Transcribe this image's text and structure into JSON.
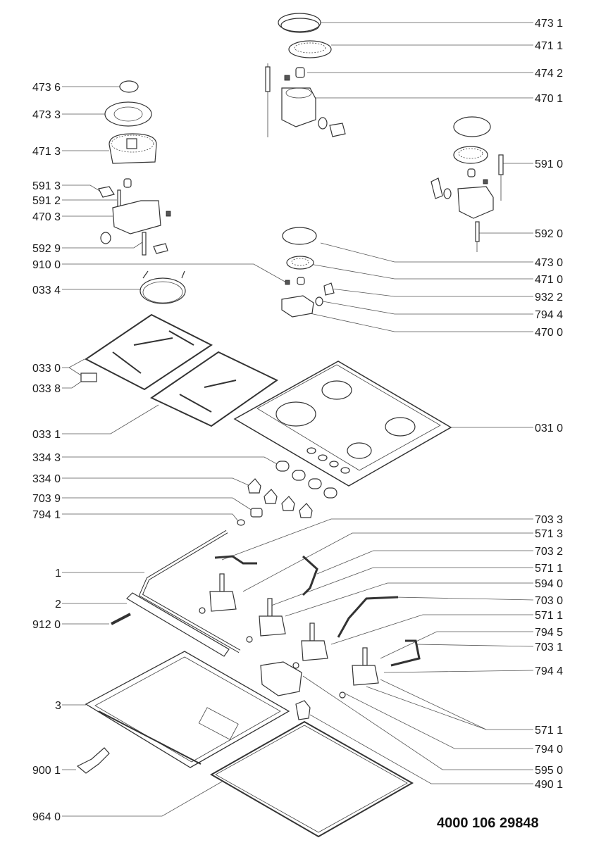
{
  "document_number": "4000 106 29848",
  "callouts": [
    {
      "id": "c01",
      "label": "473 1",
      "side": "right"
    },
    {
      "id": "c02",
      "label": "471 1",
      "side": "right"
    },
    {
      "id": "c03",
      "label": "474 2",
      "side": "right"
    },
    {
      "id": "c04",
      "label": "470 1",
      "side": "right"
    },
    {
      "id": "c05",
      "label": "473 6",
      "side": "left"
    },
    {
      "id": "c06",
      "label": "473 3",
      "side": "left"
    },
    {
      "id": "c07",
      "label": "471 3",
      "side": "left"
    },
    {
      "id": "c08",
      "label": "591 0",
      "side": "right"
    },
    {
      "id": "c09",
      "label": "591 3",
      "side": "left"
    },
    {
      "id": "c10",
      "label": "591 2",
      "side": "left"
    },
    {
      "id": "c11",
      "label": "470 3",
      "side": "left"
    },
    {
      "id": "c12",
      "label": "592 0",
      "side": "right"
    },
    {
      "id": "c13",
      "label": "592 9",
      "side": "left"
    },
    {
      "id": "c14",
      "label": "910 0",
      "side": "left"
    },
    {
      "id": "c15",
      "label": "473 0",
      "side": "right"
    },
    {
      "id": "c16",
      "label": "471 0",
      "side": "right"
    },
    {
      "id": "c17",
      "label": "033 4",
      "side": "left"
    },
    {
      "id": "c18",
      "label": "932 2",
      "side": "right"
    },
    {
      "id": "c19",
      "label": "794 4",
      "side": "right"
    },
    {
      "id": "c20",
      "label": "470 0",
      "side": "right"
    },
    {
      "id": "c21",
      "label": "033 0",
      "side": "left"
    },
    {
      "id": "c22",
      "label": "033 8",
      "side": "left"
    },
    {
      "id": "c23",
      "label": "033 1",
      "side": "left"
    },
    {
      "id": "c24",
      "label": "031 0",
      "side": "right"
    },
    {
      "id": "c25",
      "label": "334 3",
      "side": "left"
    },
    {
      "id": "c26",
      "label": "334 0",
      "side": "left"
    },
    {
      "id": "c27",
      "label": "703 9",
      "side": "left"
    },
    {
      "id": "c28",
      "label": "794 1",
      "side": "left"
    },
    {
      "id": "c29",
      "label": "703 3",
      "side": "right"
    },
    {
      "id": "c30",
      "label": "571 3",
      "side": "right"
    },
    {
      "id": "c31",
      "label": "703 2",
      "side": "right"
    },
    {
      "id": "c32",
      "label": "1",
      "side": "left"
    },
    {
      "id": "c33",
      "label": "571 1",
      "side": "right"
    },
    {
      "id": "c34",
      "label": "594 0",
      "side": "right"
    },
    {
      "id": "c35",
      "label": "2",
      "side": "left"
    },
    {
      "id": "c36",
      "label": "703 0",
      "side": "right"
    },
    {
      "id": "c37",
      "label": "912 0",
      "side": "left"
    },
    {
      "id": "c38",
      "label": "571 1",
      "side": "right"
    },
    {
      "id": "c39",
      "label": "794 5",
      "side": "right"
    },
    {
      "id": "c40",
      "label": "703 1",
      "side": "right"
    },
    {
      "id": "c41",
      "label": "794 4",
      "side": "right"
    },
    {
      "id": "c42",
      "label": "3",
      "side": "left"
    },
    {
      "id": "c43",
      "label": "571 1",
      "side": "right"
    },
    {
      "id": "c44",
      "label": "794 0",
      "side": "right"
    },
    {
      "id": "c45",
      "label": "900 1",
      "side": "left"
    },
    {
      "id": "c46",
      "label": "595 0",
      "side": "right"
    },
    {
      "id": "c47",
      "label": "490 1",
      "side": "right"
    },
    {
      "id": "c48",
      "label": "964 0",
      "side": "left"
    }
  ]
}
